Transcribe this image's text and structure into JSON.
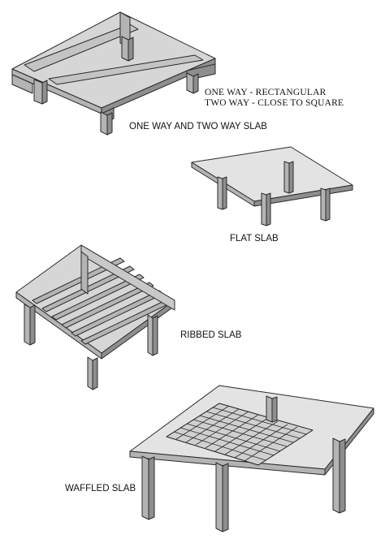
{
  "labels": {
    "note_one_way": "ONE WAY - RECTANGULAR",
    "note_two_way": "TWO WAY - CLOSE TO SQUARE",
    "one_two_way": "ONE WAY AND TWO WAY SLAB",
    "flat": "FLAT SLAB",
    "ribbed": "RIBBED SLAB",
    "waffled": "WAFFLED SLAB"
  },
  "colors": {
    "outline": "#2a2a2a",
    "light_face": "#d6d6d6",
    "mid_face": "#b4b4b4",
    "dark_face": "#8e8e8e",
    "background": "#ffffff"
  }
}
